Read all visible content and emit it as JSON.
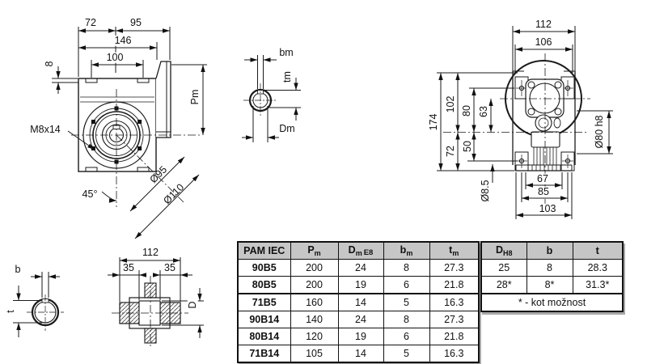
{
  "views": {
    "front": {
      "d72": "72",
      "d95": "95",
      "d146": "146",
      "d100": "100",
      "d8": "8",
      "pm": "Pm",
      "m8x14": "M8x14",
      "a45": "45°",
      "o95": "Ø95",
      "o110": "Ø110"
    },
    "motor_bore": {
      "bm": "bm",
      "tm": "tm",
      "dm": "Dm"
    },
    "side": {
      "d112": "112",
      "d106": "106",
      "d174": "174",
      "d102": "102",
      "d80": "80",
      "d63": "63",
      "d72": "72",
      "d50": "50",
      "o85": "Ø8.5",
      "o80": "Ø80 h8",
      "d67": "67",
      "d85": "85",
      "d103": "103"
    },
    "output_bore": {
      "b": "b",
      "t": "t"
    },
    "shaft": {
      "d112": "112",
      "d35l": "35",
      "d35r": "35",
      "dd": "D"
    }
  },
  "table": {
    "headers_left": [
      {
        "main": "PAM IEC"
      },
      {
        "main": "P",
        "sub": "m"
      },
      {
        "main": "D",
        "sub": "m",
        "suffix": "E8"
      },
      {
        "main": "b",
        "sub": "m"
      },
      {
        "main": "t",
        "sub": "m"
      }
    ],
    "headers_right": [
      {
        "main": "D",
        "sub": "H8"
      },
      {
        "main": "b"
      },
      {
        "main": "t"
      }
    ],
    "rows": [
      {
        "pam": "90B5",
        "pm": "200",
        "dm": "24",
        "bm": "8",
        "tm": "27.3"
      },
      {
        "pam": "80B5",
        "pm": "200",
        "dm": "19",
        "bm": "6",
        "tm": "21.8"
      },
      {
        "pam": "71B5",
        "pm": "160",
        "dm": "14",
        "bm": "5",
        "tm": "16.3"
      },
      {
        "pam": "90B14",
        "pm": "140",
        "dm": "24",
        "bm": "8",
        "tm": "27.3"
      },
      {
        "pam": "80B14",
        "pm": "120",
        "dm": "19",
        "bm": "6",
        "tm": "21.8"
      },
      {
        "pam": "71B14",
        "pm": "105",
        "dm": "14",
        "bm": "5",
        "tm": "16.3"
      }
    ],
    "rows_right": [
      {
        "d": "25",
        "b": "8",
        "t": "28.3"
      },
      {
        "d": "28*",
        "b": "8*",
        "t": "31.3*"
      }
    ],
    "note": "* - kot možnost"
  },
  "colors": {
    "line": "#1a1a1a",
    "table_header_bg": "#c6c6c6",
    "table_shadow": "#a8a8a8"
  }
}
